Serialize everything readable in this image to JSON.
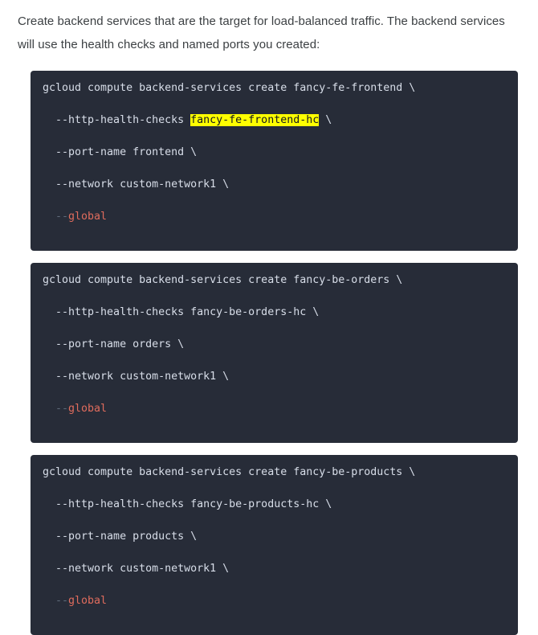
{
  "intro": {
    "paragraph": "Create backend services that are the target for load-balanced traffic. The backend services will use the health checks and named ports you created:"
  },
  "colors": {
    "page_background": "#ffffff",
    "body_text": "#3c4043",
    "code_background": "#272c38",
    "code_text": "#d8dee9",
    "flag_prefix": "#5f6b7a",
    "global_keyword": "#e06c5d",
    "highlight_background": "#ffff00",
    "highlight_text": "#16181d"
  },
  "code_blocks": [
    {
      "id": "backend-service-fancy-fe-frontend",
      "lines": [
        {
          "segments": [
            {
              "text": "gcloud compute backend-services create fancy-fe-frontend \\",
              "style": "plain"
            }
          ]
        },
        {
          "segments": [
            {
              "text": "  --http-health-checks ",
              "style": "plain"
            },
            {
              "text": "fancy-fe-frontend-hc",
              "style": "highlight"
            },
            {
              "text": " \\",
              "style": "plain"
            }
          ]
        },
        {
          "segments": [
            {
              "text": "  --port-name frontend \\",
              "style": "plain"
            }
          ]
        },
        {
          "segments": [
            {
              "text": "  --network custom-network1 \\",
              "style": "plain"
            }
          ]
        },
        {
          "segments": [
            {
              "text": "  --",
              "style": "flag"
            },
            {
              "text": "global",
              "style": "global"
            }
          ]
        }
      ]
    },
    {
      "id": "backend-service-fancy-be-orders",
      "lines": [
        {
          "segments": [
            {
              "text": "gcloud compute backend-services create fancy-be-orders \\",
              "style": "plain"
            }
          ]
        },
        {
          "segments": [
            {
              "text": "  --http-health-checks fancy-be-orders-hc \\",
              "style": "plain"
            }
          ]
        },
        {
          "segments": [
            {
              "text": "  --port-name orders \\",
              "style": "plain"
            }
          ]
        },
        {
          "segments": [
            {
              "text": "  --network custom-network1 \\",
              "style": "plain"
            }
          ]
        },
        {
          "segments": [
            {
              "text": "  --",
              "style": "flag"
            },
            {
              "text": "global",
              "style": "global"
            }
          ]
        }
      ]
    },
    {
      "id": "backend-service-fancy-be-products",
      "lines": [
        {
          "segments": [
            {
              "text": "gcloud compute backend-services create fancy-be-products \\",
              "style": "plain"
            }
          ]
        },
        {
          "segments": [
            {
              "text": "  --http-health-checks fancy-be-products-hc \\",
              "style": "plain"
            }
          ]
        },
        {
          "segments": [
            {
              "text": "  --port-name products \\",
              "style": "plain"
            }
          ]
        },
        {
          "segments": [
            {
              "text": "  --network custom-network1 \\",
              "style": "plain"
            }
          ]
        },
        {
          "segments": [
            {
              "text": "  --",
              "style": "flag"
            },
            {
              "text": "global",
              "style": "global"
            }
          ]
        }
      ]
    }
  ]
}
